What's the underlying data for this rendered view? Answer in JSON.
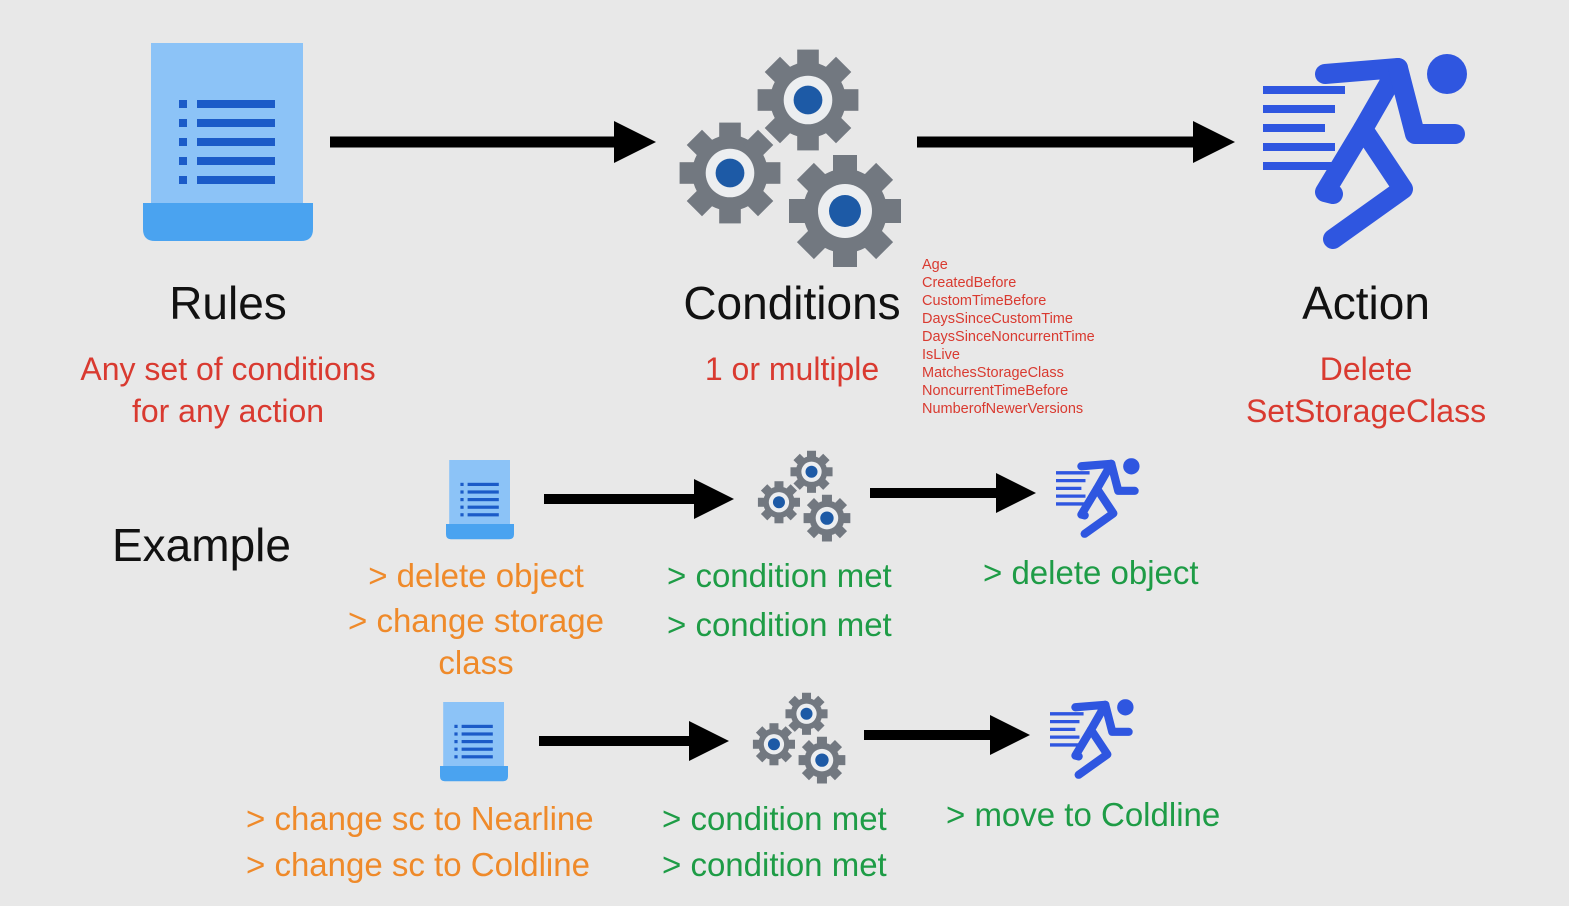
{
  "colors": {
    "doc_light": "#8cc3f7",
    "doc_dark": "#4aa3f0",
    "doc_lines": "#1b5bc8",
    "gear": "#727880",
    "gear_center": "#1d5aa6",
    "runner": "#2f56e0",
    "arrow": "#000000",
    "rules_red": "#d93a30",
    "example_orange": "#ef8a2a",
    "example_green": "#1e9c46"
  },
  "header": {
    "rules": {
      "title": "Rules",
      "desc": [
        "Any set of conditions",
        "for any action"
      ],
      "icon": "document-icon"
    },
    "conditions": {
      "title": "Conditions",
      "desc": "1 or multiple",
      "icon": "gears-icon"
    },
    "action": {
      "title": "Action",
      "desc": [
        "Delete",
        "SetStorageClass"
      ],
      "icon": "runner-icon"
    }
  },
  "condition_list": [
    "Age",
    "CreatedBefore",
    "CustomTimeBefore",
    "DaysSinceCustomTime",
    "DaysSinceNoncurrentTime",
    "IsLive",
    "MatchesStorageClass",
    "NoncurrentTimeBefore",
    "NumberofNewerVersions"
  ],
  "example": {
    "label": "Example",
    "rows": [
      {
        "rules": [
          "> delete object",
          "> change storage",
          "class"
        ],
        "conditions": [
          "> condition met",
          "> condition met"
        ],
        "actions": [
          "> delete object"
        ]
      },
      {
        "rules": [
          "> change sc to Nearline",
          "> change sc to Coldline"
        ],
        "conditions": [
          "> condition met",
          "> condition met"
        ],
        "actions": [
          "> move to Coldline"
        ]
      }
    ]
  }
}
